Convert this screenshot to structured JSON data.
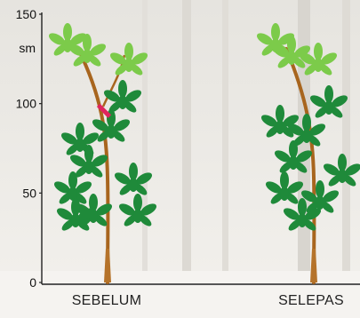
{
  "axis": {
    "unit": "sm",
    "ticks": [
      {
        "value": 150,
        "label": "150"
      },
      {
        "value": 100,
        "label": "100"
      },
      {
        "value": 50,
        "label": "50"
      },
      {
        "value": 0,
        "label": "0"
      }
    ]
  },
  "plants": [
    {
      "id": "before",
      "label": "SEBELUM",
      "cut_mark_value": 96
    },
    {
      "id": "after",
      "label": "SELEPAS"
    }
  ],
  "colors": {
    "leaf_dark": "#1f8a3a",
    "leaf_light": "#7ccb4a",
    "stem": "#a8651e",
    "cut_mark": "#e0245e"
  }
}
